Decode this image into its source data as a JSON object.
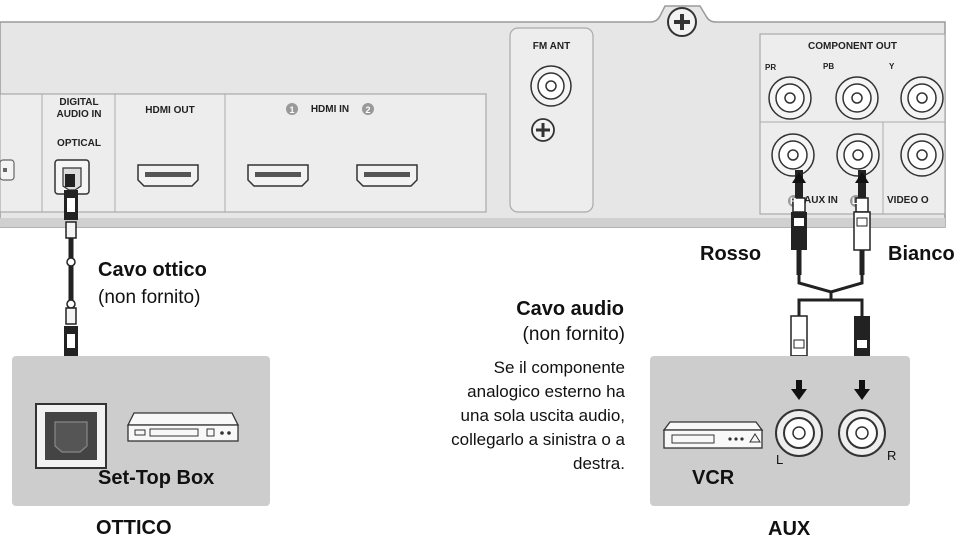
{
  "panel": {
    "digital_audio_in": "DIGITAL\nAUDIO IN",
    "optical": "OPTICAL",
    "hdmi_out": "HDMI OUT",
    "hdmi_in_1": "1",
    "hdmi_in_text": "HDMI IN",
    "hdmi_in_2": "2",
    "fm_ant": "FM ANT",
    "component_out": "COMPONENT OUT",
    "pr": "PR",
    "pb": "PB",
    "y": "Y",
    "aux_r": "R",
    "aux_in": "AUX IN",
    "aux_l": "L",
    "video_out": "VIDEO O"
  },
  "optical": {
    "cable_title": "Cavo ottico",
    "cable_note": "(non fornito)",
    "device": "Set-Top Box",
    "section": "OTTICO"
  },
  "aux": {
    "red": "Rosso",
    "white": "Bianco",
    "cable_title": "Cavo audio",
    "cable_note": "(non fornito)",
    "note_lines": [
      "Se il componente",
      "analogico esterno ha",
      "una sola uscita audio,",
      "collegarlo a sinistra o a",
      "destra."
    ],
    "device": "VCR",
    "jack_l": "L",
    "jack_r": "R",
    "section": "AUX"
  },
  "colors": {
    "panel_fill": "#e6e6e6",
    "panel_stroke": "#9a9a9a",
    "box_fill": "#cdcdcd"
  }
}
